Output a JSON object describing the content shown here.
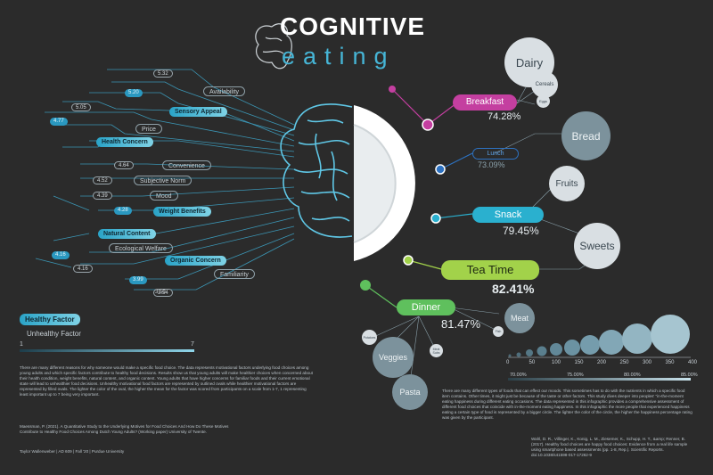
{
  "title": {
    "main": "COGNITIVE",
    "sub": "eating"
  },
  "factors": [
    {
      "label": "Availability",
      "value": "5.32",
      "type": "unhealthy"
    },
    {
      "label": "Sensory Appeal",
      "value": "5.20",
      "type": "healthy"
    },
    {
      "label": "Price",
      "value": "5.05",
      "type": "unhealthy"
    },
    {
      "label": "Health Concern",
      "value": "4.77",
      "type": "healthy"
    },
    {
      "label": "Convenience",
      "value": "4.64",
      "type": "unhealthy"
    },
    {
      "label": "Subjective Norm",
      "value": "4.52",
      "type": "unhealthy"
    },
    {
      "label": "Mood",
      "value": "4.39",
      "type": "unhealthy"
    },
    {
      "label": "Weight Benefits",
      "value": "4.28",
      "type": "healthy"
    },
    {
      "label": "Natural Content",
      "value": "4.16",
      "type": "healthy"
    },
    {
      "label": "Ecological Welfare",
      "value": "4.16",
      "type": "unhealthy"
    },
    {
      "label": "Organic Concern",
      "value": "3.99",
      "type": "healthy"
    },
    {
      "label": "Familiarity",
      "value": "3.54",
      "type": "unhealthy"
    },
    {
      "label": "",
      "value": "3.50",
      "type": "none"
    }
  ],
  "legend": {
    "healthy": "Healthy Factor",
    "unhealthy": "Unhealthy Factor",
    "scale_min": "1",
    "scale_max": "7"
  },
  "left_text": "There are many different reasons for why someone would make a specific food choice. The data represents motivational factors underlying food choices among young adults and which specific factors contribute to healthy food decisions. Results show us that young adults will make healthier choices when concerned about their health condition, weight benefits, natural content, and organic content. Young adults that have higher concerns for familiar foods and their current emotional state will lead to unhealthier food decisions. Unhealthy motivational food factors are represented by outlined ovals while healthier motivational factors are represented by filled ovals. The lighter the color of the oval, the higher the mean for the factor was scored from participants on a scale from 1-7, 1 representing least important up to 7 being very important.",
  "left_citation": "Maessman, P. (2021). A Quantitative Study to the Underlying Motives for Food Choices And How Do These Motives Contribute to Healthy Food Choices Among Dutch Young Adults? (Working paper) University of Twente.",
  "credit": "Taylor Wallenweber | AD 609 | Fall '20 | Purdue University",
  "meals": [
    {
      "label": "Breakfast",
      "pct": "74.28%",
      "color": "#c43fa0"
    },
    {
      "label": "Lunch",
      "pct": "73.09%",
      "color": "#2d72c2"
    },
    {
      "label": "Snack",
      "pct": "79.45%",
      "color": "#2ab0cf"
    },
    {
      "label": "Tea Time",
      "pct": "82.41%",
      "color": "#a2d24a"
    },
    {
      "label": "Dinner",
      "pct": "81.47%",
      "color": "#5fc05d"
    }
  ],
  "foods": [
    "Dairy",
    "Cereals",
    "Eggs",
    "Bread",
    "Fruits",
    "Sweets",
    "Meat",
    "Fish",
    "Veggies",
    "Pasta",
    "Potatoes",
    "Meat Subs"
  ],
  "bubble_axis": {
    "ticks": [
      "0",
      "50",
      "100",
      "150",
      "200",
      "250",
      "300",
      "350",
      "400"
    ],
    "pct_labels": [
      "70.00%",
      "75.00%",
      "80.00%",
      "85.00%"
    ]
  },
  "right_text": "There are many different types of foods that can effect our moods. This sometimes has to do with the nutrients in which a specific food item contains. Other times, it might just be because of the taste or other factors. This study dives deeper into peoples' \"in-the-moment eating happiness during different eating occasions. The data represented in this infographic provides a comprehensive assessment of different food choices that coincide with in-the-moment eating happiness. In this infographic the more people that experienced happiness eating a certain type of food is represented by a bigger circle. The lighter the color of the circle, the higher the happiness percentage rating was given by the participant.",
  "right_citation": "Wahl, D. R., Villinger, K., Konig, L. M., Ziesemer, K., Schupp, H. T., &amp; Renner, B. (2017). Healthy food choices are happy food choices: Evidence from a real life sample using smartphone based assessments (pp. 1-8, Rep.). Scientific Reports. doi:10.1038/s41598-017-17262-9"
}
